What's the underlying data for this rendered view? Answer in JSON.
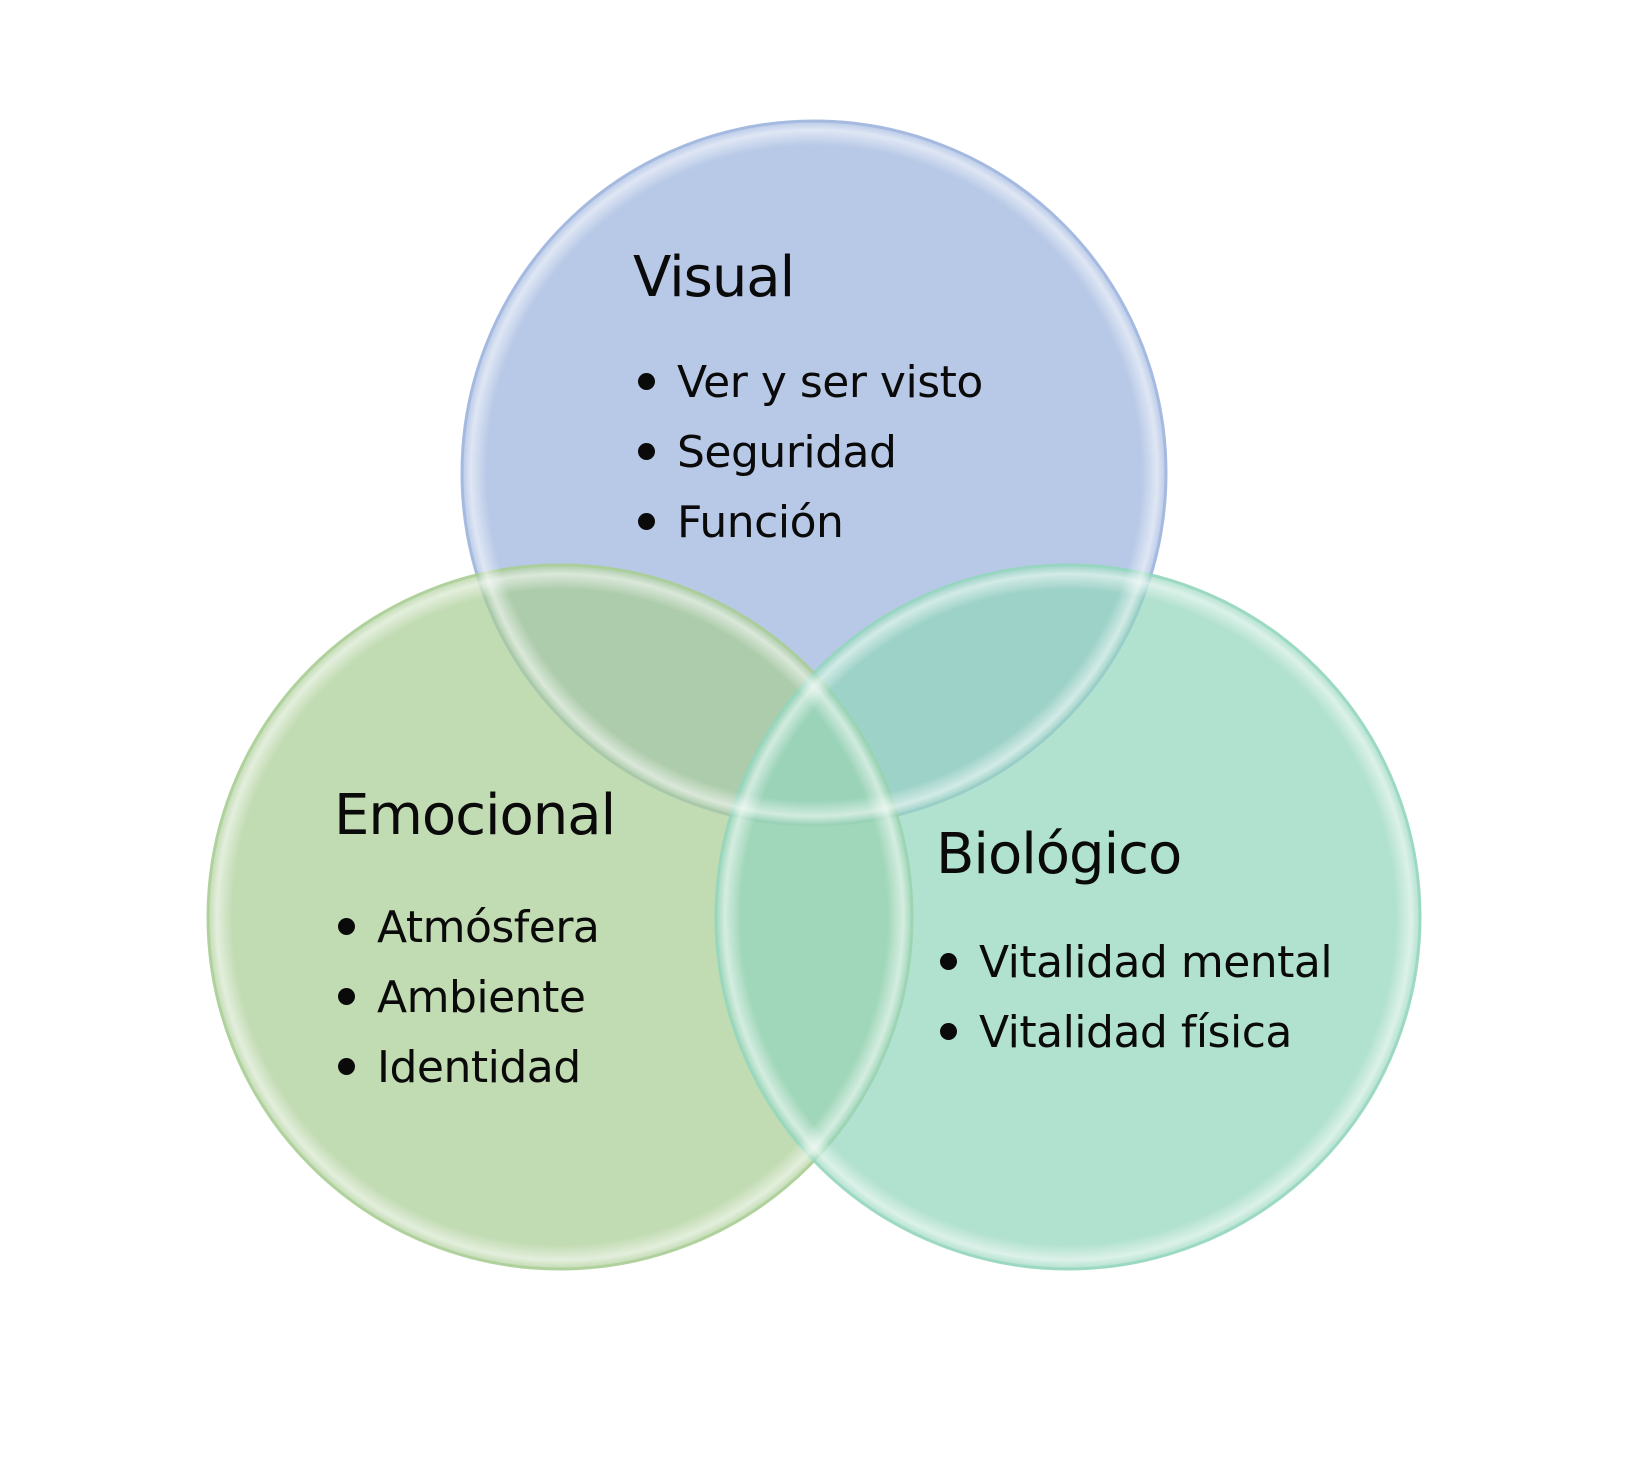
{
  "diagram": {
    "type": "venn",
    "sets": [
      {
        "id": "visual",
        "title": "Visual",
        "items": [
          "Ver y ser visto",
          "Seguridad",
          "Función"
        ],
        "color": "#9db4de"
      },
      {
        "id": "emocional",
        "title": "Emocional",
        "items": [
          "Atmósfera",
          "Ambiente",
          "Identidad"
        ],
        "color": "#a9cd94"
      },
      {
        "id": "biologico",
        "title": "Biológico",
        "items": [
          "Vitalidad mental",
          "Vitalidad física"
        ],
        "color": "#93d6bd"
      }
    ]
  }
}
